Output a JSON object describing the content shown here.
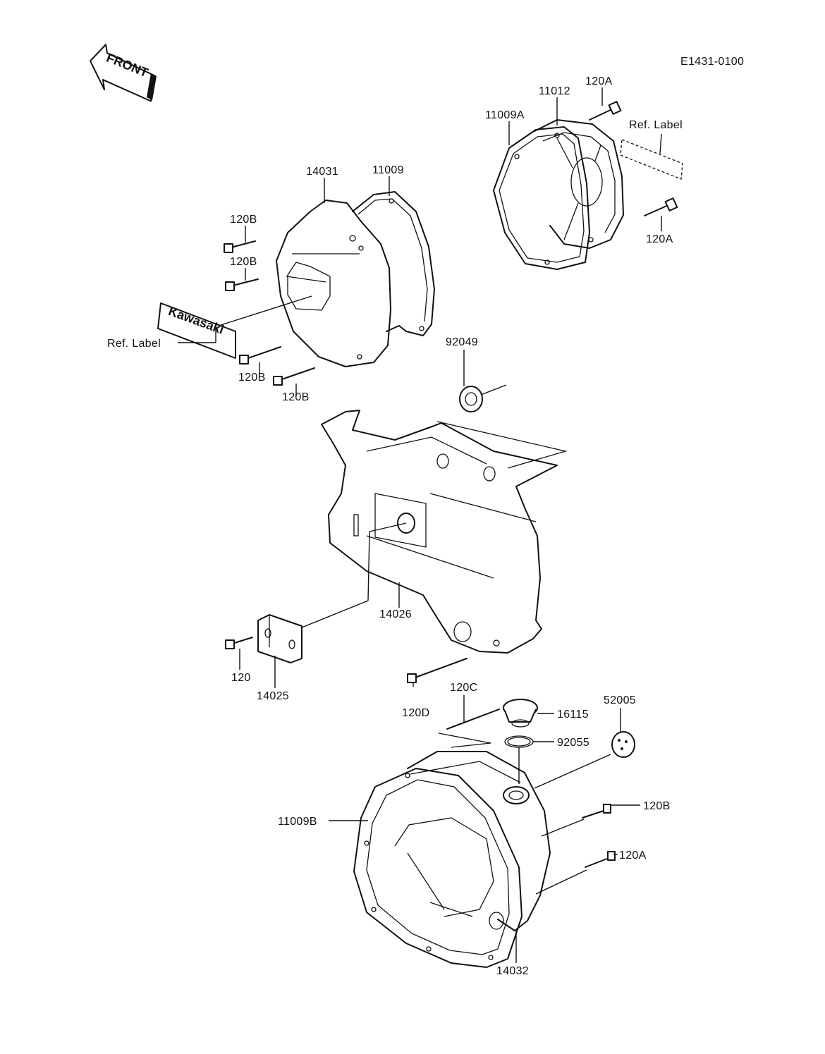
{
  "diagram": {
    "code": "E1431-0100",
    "front_arrow_label": "FRONT",
    "emblem_text": "Kawasaki",
    "labels": {
      "p120A_top": "120A",
      "p11012": "11012",
      "p11009A": "11009A",
      "ref_label_right": "Ref.  Label",
      "p120A_mid": "120A",
      "p14031": "14031",
      "p11009": "11009",
      "p120B_1": "120B",
      "p120B_2": "120B",
      "ref_label_left": "Ref.  Label",
      "p120B_3": "120B",
      "p120B_4": "120B",
      "p92049": "92049",
      "p14026": "14026",
      "p120": "120",
      "p14025": "14025",
      "p120D": "120D",
      "p120C": "120C",
      "p16115": "16115",
      "p52005": "52005",
      "p92055": "92055",
      "p11009B": "11009B",
      "p120B_5": "120B",
      "p120A_low": "120A",
      "p14032": "14032"
    }
  }
}
